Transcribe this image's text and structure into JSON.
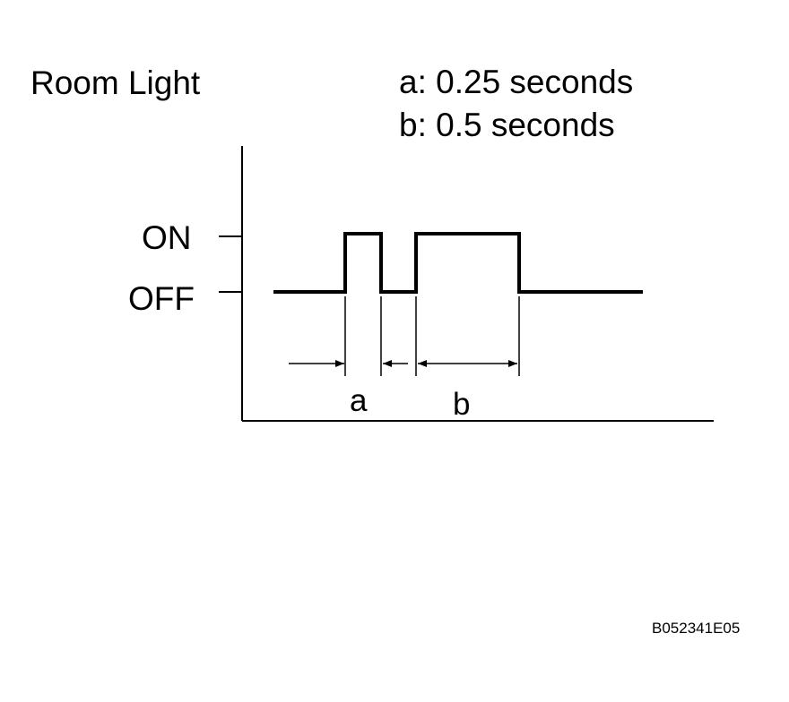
{
  "title": "Room Light",
  "legend": {
    "a": "a: 0.25 seconds",
    "b": "b: 0.5 seconds"
  },
  "levels": {
    "on": "ON",
    "off": "OFF"
  },
  "intervals": {
    "a": "a",
    "b": "b"
  },
  "figure_code": "B052341E05",
  "colors": {
    "line": "#000000",
    "background": "#ffffff"
  }
}
